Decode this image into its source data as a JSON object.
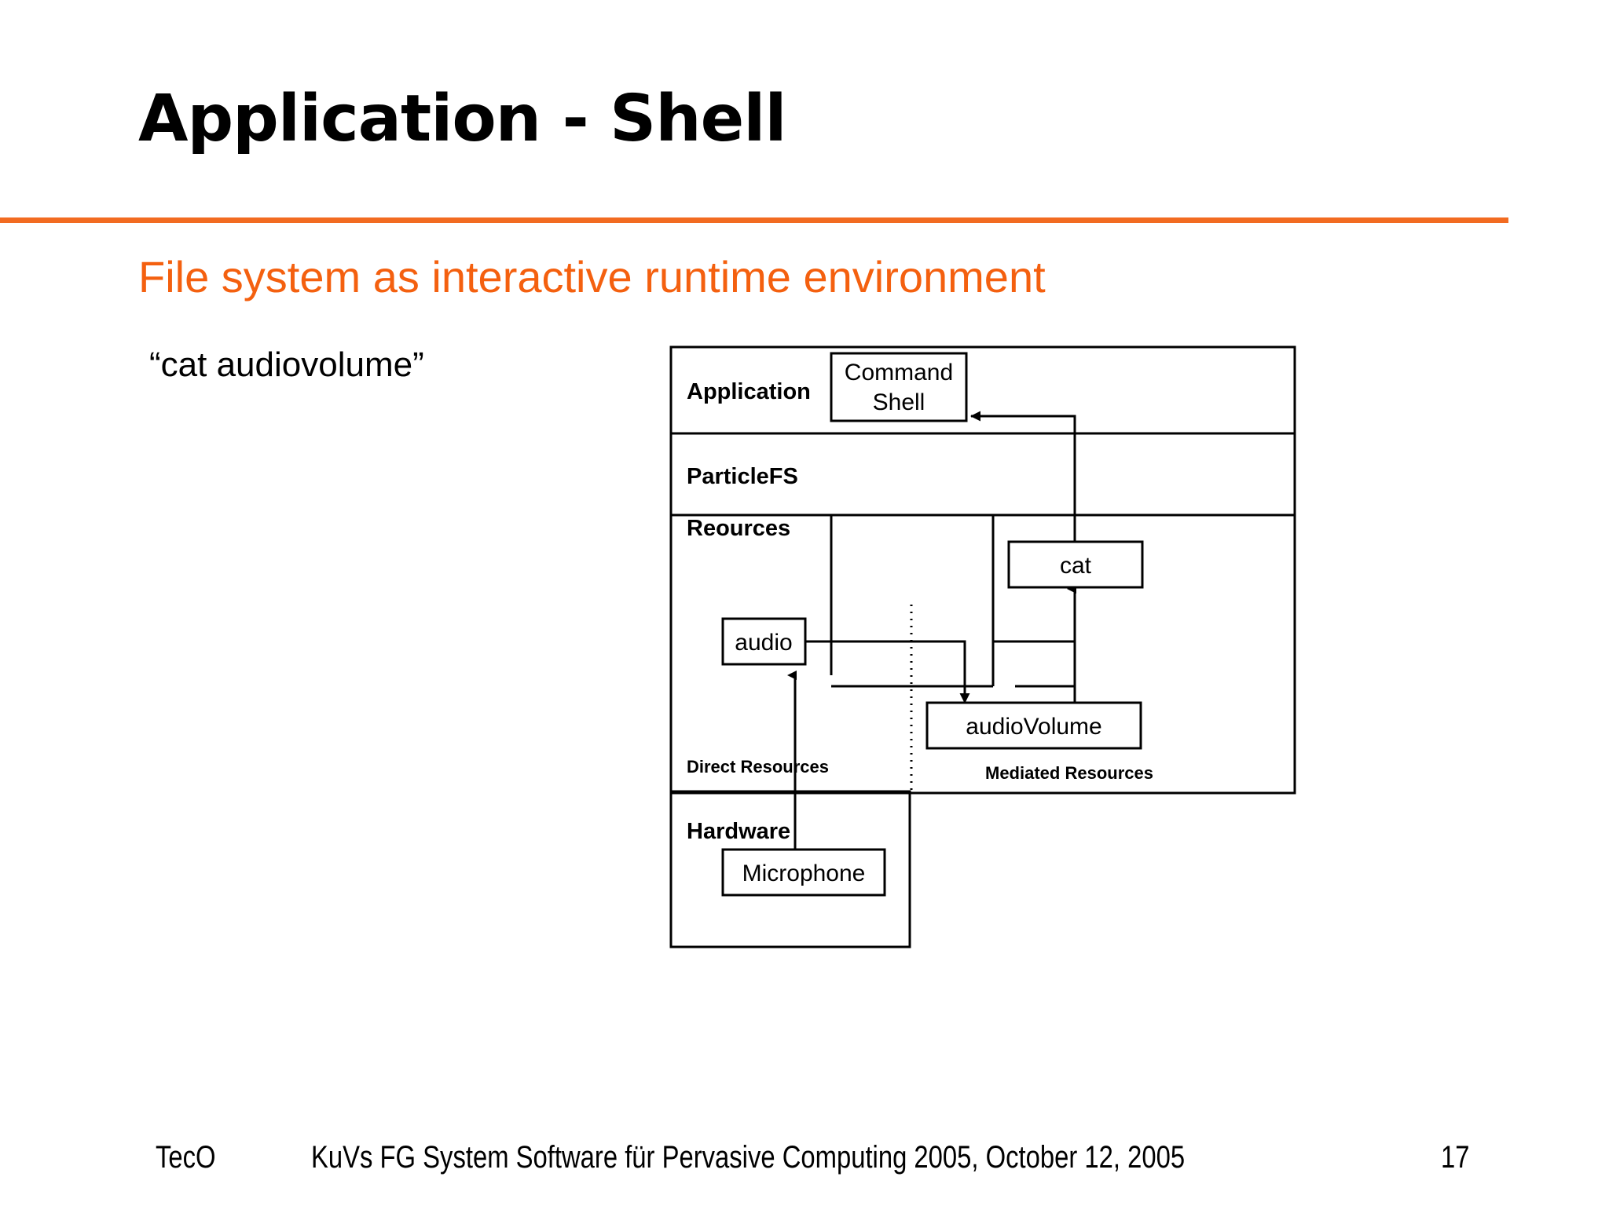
{
  "slide": {
    "title": "Application - Shell",
    "subtitle": "File system as interactive runtime environment",
    "command_quote": "“cat audiovolume”",
    "accent_color": "#f26b21",
    "subtitle_color": "#f4600f"
  },
  "diagram": {
    "name": "particlefs-layered-architecture",
    "layers": [
      {
        "id": "application",
        "label": "Application"
      },
      {
        "id": "particlefs",
        "label": "ParticleFS"
      },
      {
        "id": "resources",
        "label": "Reources"
      },
      {
        "id": "hardware",
        "label": "Hardware"
      }
    ],
    "region_labels": [
      {
        "id": "direct-resources",
        "label": "Direct Resources"
      },
      {
        "id": "mediated-resources",
        "label": "Mediated Resources"
      }
    ],
    "nodes": [
      {
        "id": "command-shell",
        "label_line1": "Command",
        "label_line2": "Shell",
        "layer": "application"
      },
      {
        "id": "cat",
        "label": "cat",
        "layer": "resources"
      },
      {
        "id": "audio",
        "label": "audio",
        "layer": "resources"
      },
      {
        "id": "audio-volume",
        "label": "audioVolume",
        "layer": "resources"
      },
      {
        "id": "microphone",
        "label": "Microphone",
        "layer": "hardware"
      }
    ],
    "connections": [
      {
        "from": "cat",
        "to": "command-shell",
        "arrow": true
      },
      {
        "from": "audio",
        "to": "audio-volume",
        "arrow": true
      },
      {
        "from": "audio-volume",
        "to": "cat",
        "arrow": true
      },
      {
        "from": "microphone",
        "to": "audio",
        "arrow": true
      }
    ]
  },
  "footer": {
    "organization": "TecO",
    "conference": "KuVs FG System Software für Pervasive Computing 2005,  October 12, 2005",
    "page_number": "17"
  }
}
